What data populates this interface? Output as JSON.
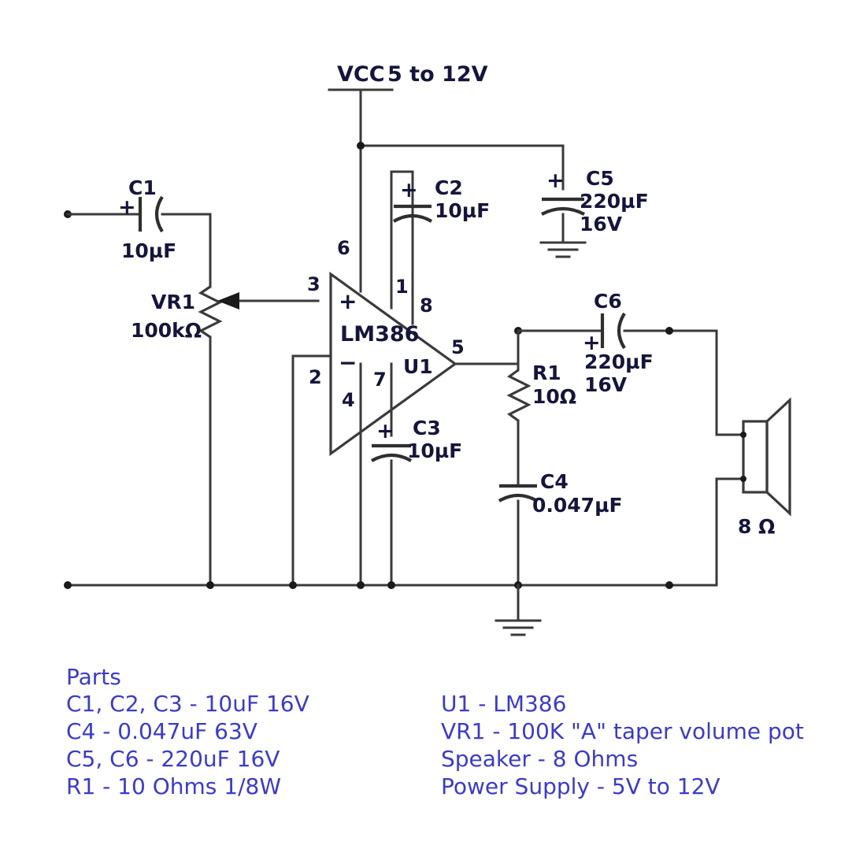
{
  "sheet": {
    "background": "#ffffff",
    "wire_color": "#3a3a3a",
    "label_color": "#15153c",
    "parts_color": "#3b3bc8"
  },
  "power": {
    "rail_label": "VCC",
    "rail_range": "5 to 12V"
  },
  "components": {
    "c1": {
      "ref": "C1",
      "value": "10µF",
      "polarity": "+"
    },
    "c2": {
      "ref": "C2",
      "value": "10µF",
      "polarity": "+"
    },
    "c3": {
      "ref": "C3",
      "value": "10µF",
      "polarity": "+"
    },
    "c4": {
      "ref": "C4",
      "value": "0.047µF",
      "polarity": ""
    },
    "c5": {
      "ref": "C5",
      "value": "220µF",
      "value2": "16V",
      "polarity": "+"
    },
    "c6": {
      "ref": "C6",
      "value": "220µF",
      "value2": "16V",
      "polarity": "+"
    },
    "r1": {
      "ref": "R1",
      "value": "10Ω"
    },
    "vr1": {
      "ref": "VR1",
      "value": "100kΩ"
    },
    "u1": {
      "ref": "U1",
      "part": "LM386",
      "plus": "+",
      "minus": "−"
    },
    "speaker": {
      "value": "8 Ω"
    }
  },
  "pins": {
    "p1": "1",
    "p2": "2",
    "p3": "3",
    "p4": "4",
    "p5": "5",
    "p6": "6",
    "p7": "7",
    "p8": "8"
  },
  "parts_list": {
    "title": "Parts",
    "left": [
      "C1, C2, C3 - 10uF 16V",
      "C4 - 0.047uF 63V",
      "C5, C6 - 220uF 16V",
      "R1 - 10 Ohms 1/8W"
    ],
    "right": [
      "U1 - LM386",
      "VR1 - 100K \"A\" taper volume pot",
      "Speaker - 8 Ohms",
      "Power Supply - 5V to 12V"
    ]
  }
}
